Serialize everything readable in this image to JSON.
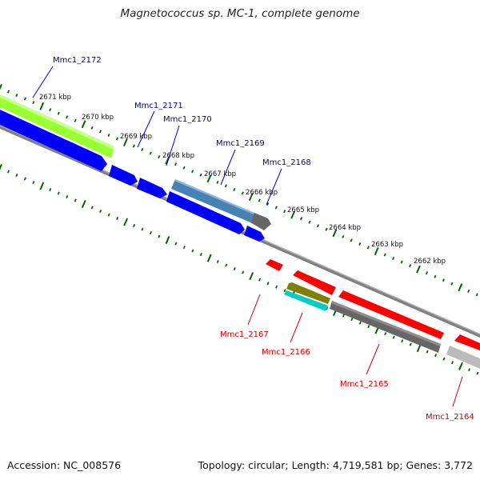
{
  "title": "Magnetococcus sp. MC-1, complete genome",
  "footer": {
    "accession": "Accession: NC_008576",
    "summary": "Topology: circular; Length: 4,719,581 bp; Genes: 3,772"
  },
  "kbp_labels": [
    "2671 kbp",
    "2670 kbp",
    "2669 kbp",
    "2668 kbp",
    "2667 kbp",
    "2666 kbp",
    "2665 kbp",
    "2664 kbp",
    "2663 kbp",
    "2662 kbp"
  ],
  "genes_forward": [
    "Mmc1_2172",
    "Mmc1_2171",
    "Mmc1_2170",
    "Mmc1_2169",
    "Mmc1_2168"
  ],
  "genes_reverse": [
    "Mmc1_2167",
    "Mmc1_2166",
    "Mmc1_2165",
    "Mmc1_2164"
  ],
  "colors": {
    "forward_label": "#00008b",
    "reverse_label": "#cc0000",
    "forward_cds": "#0000ff",
    "reverse_cds": "#ff0000",
    "lime": "#99ff33",
    "steel": "#4682b4",
    "gray": "#666666",
    "olive": "#808000",
    "cyan": "#00cccc",
    "tick": "#006400"
  }
}
